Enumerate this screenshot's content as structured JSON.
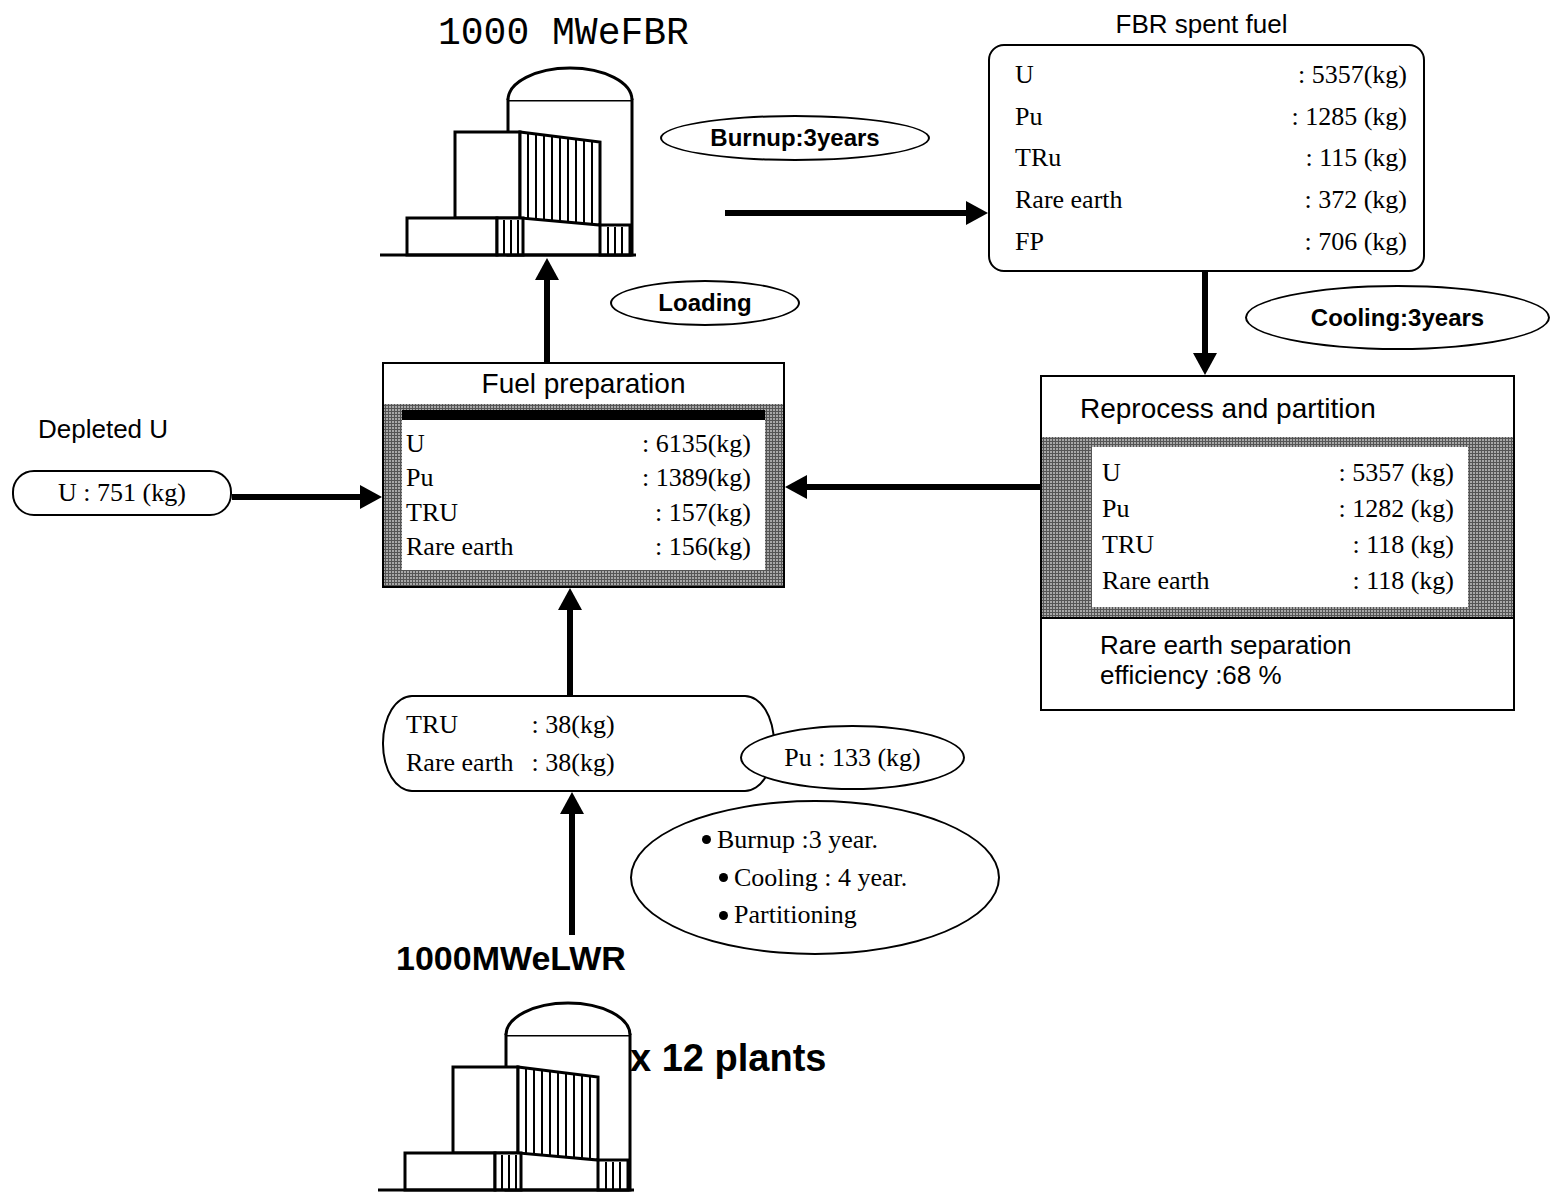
{
  "diagram": {
    "nodes": [
      {
        "text": [
          "1000 MWeFBR"
        ]
      },
      {
        "text": [
          "Burnup:3years"
        ]
      },
      {
        "text": [
          "FBR spent fuel",
          "U",
          ": 5357(kg)",
          "Pu",
          ": 1285 (kg)",
          "TRu",
          ": 115 (kg)",
          "Rare earth",
          ": 372 (kg)",
          "FP",
          ": 706 (kg)"
        ]
      },
      {
        "text": [
          "Cooling:3years"
        ]
      },
      {
        "text": [
          "Reprocess and partition"
        ]
      },
      {
        "text": [
          "U",
          ": 5357 (kg)",
          "Pu",
          ": 1282 (kg)",
          "TRU",
          ": 118 (kg)",
          "Rare earth",
          ": 118 (kg)"
        ],
        "in": 4
      },
      {
        "text": [
          "Rare earth separation efficiency :68 %"
        ],
        "in": 4
      },
      {
        "text": [
          "Fuel preparation"
        ]
      },
      {
        "text": [
          "U",
          ": 6135(kg)",
          "Pu",
          ": 1389(kg)",
          "TRU",
          ": 157(kg)",
          "Rare earth",
          ": 156(kg)"
        ],
        "in": 7
      },
      {
        "text": [
          "Depleted U",
          "U : 751 (kg)"
        ]
      },
      {
        "text": [
          "Loading"
        ]
      },
      {
        "text": [
          "TRU",
          ": 38(kg)",
          "Rare earth",
          ": 38(kg)"
        ]
      },
      {
        "text": [
          "Pu : 133 (kg)"
        ]
      },
      {
        "text": [
          "Burnup :3 year.",
          "Cooling : 4 year.",
          "Partitioning"
        ]
      },
      {
        "text": [
          "1000MWeLWR",
          "x 12 plants"
        ]
      }
    ],
    "edges": [
      {
        "from": 7,
        "to": 0,
        "arrow": "to"
      },
      {
        "from": 0,
        "to": 2,
        "arrow": "to"
      },
      {
        "from": 2,
        "to": 4,
        "arrow": "to"
      },
      {
        "from": 4,
        "to": 7,
        "arrow": "to"
      },
      {
        "from": 9,
        "to": 7,
        "arrow": "to"
      },
      {
        "from": 11,
        "to": 7,
        "arrow": "to"
      },
      {
        "from": 14,
        "to": 11,
        "arrow": "to"
      }
    ]
  }
}
